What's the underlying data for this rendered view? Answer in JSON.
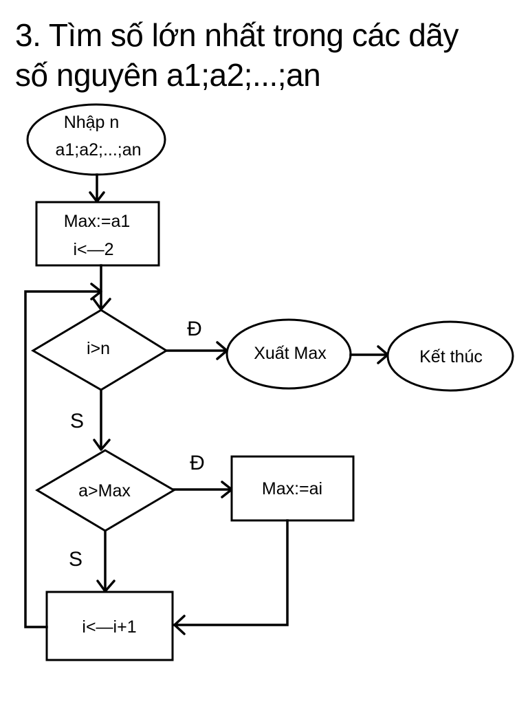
{
  "title": {
    "line1": "3. Tìm số lớn nhất trong các dãy",
    "line2": "số nguyên a1;a2;...;an"
  },
  "flowchart": {
    "nodes": {
      "input": {
        "type": "terminal",
        "line1": "Nhập n",
        "line2": "a1;a2;...;an"
      },
      "init": {
        "type": "process",
        "line1": "Max:=a1",
        "line2": "i<—2"
      },
      "check_i": {
        "type": "decision",
        "text": "i>n"
      },
      "output": {
        "type": "terminal",
        "text": "Xuất Max"
      },
      "end": {
        "type": "terminal",
        "text": "Kết thúc"
      },
      "check_max": {
        "type": "decision",
        "text": "a>Max"
      },
      "assign": {
        "type": "process",
        "text": "Max:=ai"
      },
      "increment": {
        "type": "process",
        "text": "i<—i+1"
      }
    },
    "edge_labels": {
      "check_i_true": "Đ",
      "check_i_false": "S",
      "check_max_true": "Đ",
      "check_max_false": "S"
    },
    "edges": [
      {
        "from": "input",
        "to": "init"
      },
      {
        "from": "init",
        "to": "check_i"
      },
      {
        "from": "check_i",
        "to": "output",
        "label": "Đ"
      },
      {
        "from": "output",
        "to": "end"
      },
      {
        "from": "check_i",
        "to": "check_max",
        "label": "S"
      },
      {
        "from": "check_max",
        "to": "assign",
        "label": "Đ"
      },
      {
        "from": "check_max",
        "to": "increment",
        "label": "S"
      },
      {
        "from": "assign",
        "to": "increment"
      },
      {
        "from": "increment",
        "to": "check_i"
      }
    ]
  }
}
